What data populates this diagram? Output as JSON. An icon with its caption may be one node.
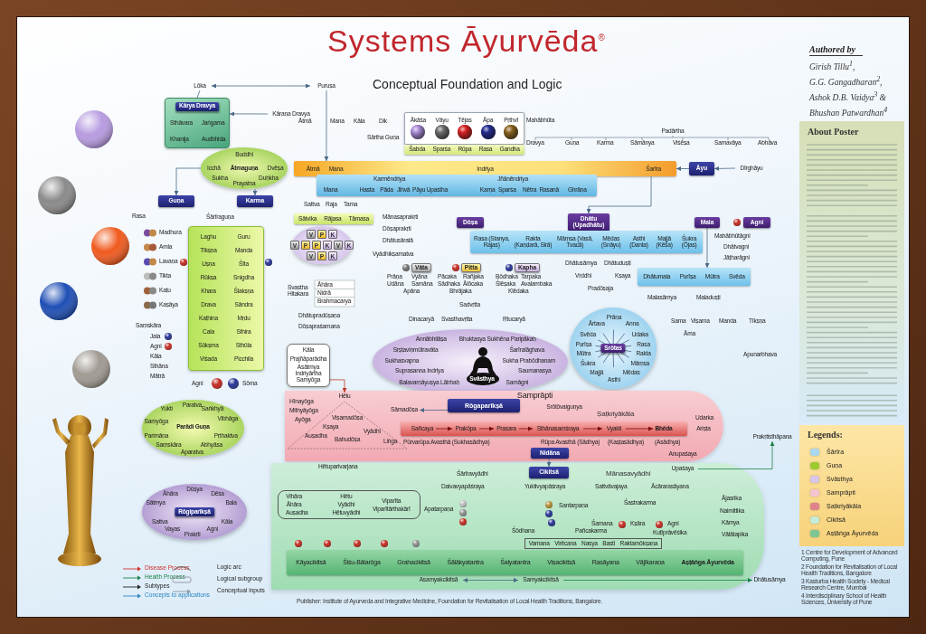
{
  "diagram": {
    "title": "Systems Āyurvēda$^{®}$",
    "nodes": [
      {
        "text": [
          "Lōka"
        ]
      },
      {
        "text": [
          "Puruṣa"
        ]
      },
      {
        "text": [
          "Kārya Dravya",
          "Sthāvara",
          "Jaṅgama",
          "Khanija",
          "Audbhida"
        ]
      },
      {
        "text": [
          "Kāraṇa Dravya"
        ]
      },
      {
        "text": [
          "Ākāśa",
          "Vāyu",
          "Tējas",
          "Āpa",
          "Pṛthvī"
        ],
        "beside": [
          "Mahābhūta"
        ]
      },
      {
        "text": [
          "Śabda",
          "Sparśa",
          "Rūpa",
          "Rasa",
          "Gandha"
        ],
        "beside": [
          "Sārtha Guṇa"
        ]
      },
      {
        "text": [
          "Padārtha"
        ]
      },
      {
        "text": [
          "Ātmā",
          "Mana",
          "Indriya",
          "Śarīra"
        ]
      },
      {
        "text": [
          "Āyu"
        ]
      },
      {
        "text": [
          "Dīrghāyu"
        ]
      },
      {
        "text": [
          "Buddhi",
          "Icchā",
          "Ātmaguṇa",
          "Dvēṣa",
          "Sukha",
          "Duḥkha",
          "Prayatna"
        ]
      },
      {
        "text": [
          "Karmēndriya",
          "Jñānēndriya",
          "Mana",
          "Hasta",
          "Pāda",
          "Jihvā",
          "Pāyu",
          "Upastha",
          "Karṇa",
          "Sparśa",
          "Nētra",
          "Rasanā",
          "Ghrāṇa"
        ]
      },
      {
        "text": [
          "Guṇa"
        ]
      },
      {
        "text": [
          "Karma"
        ]
      },
      {
        "text": [
          "Sātvika",
          "Rājasa",
          "Tāmasa"
        ]
      },
      {
        "text": [
          "Laghu",
          "Guru",
          "Tīkṣṇa",
          "Manda",
          "Uṣṇa",
          "Śīta",
          "Rūkṣa",
          "Snigdha",
          "Khara",
          "Ślakṣṇa",
          "Drava",
          "Sāndra",
          "Kaṭhina",
          "Mṛdu",
          "Cala",
          "Sthira",
          "Sūkṣma",
          "Sthūla",
          "Viśada",
          "Picchila"
        ],
        "beside": [
          "Śārīraguṇa"
        ]
      },
      {
        "text": [
          "V",
          "P",
          "K",
          "V",
          "P",
          "P",
          "K",
          "V",
          "K",
          "V",
          "P",
          "K"
        ]
      },
      {
        "text": [
          "Dōṣa"
        ]
      },
      {
        "text": [
          "Dhātu (Upadhātu)"
        ]
      },
      {
        "text": [
          "Mala"
        ]
      },
      {
        "text": [
          "Agni"
        ]
      },
      {
        "text": [
          "Rasa (Stanya, Rajas)",
          "Rakta (Kaṇḍarā, Sirā)",
          "Māṃsa (Vasā, Tvacā)",
          "Mēdas (Snāyu)",
          "Asthi (Danta)",
          "Majjā (Kēśa)",
          "Śukra (Ōjas)"
        ]
      },
      {
        "text": [
          "Vāta"
        ],
        "beside": [
          "Prāṇa",
          "Vyāna",
          "Udāna",
          "Samāna",
          "Apāna"
        ]
      },
      {
        "text": [
          "Pitta"
        ],
        "beside": [
          "Pācaka",
          "Rañjaka",
          "Sādhaka",
          "Ālōcaka",
          "Bhrājaka"
        ]
      },
      {
        "text": [
          "Kapha"
        ],
        "beside": [
          "Bōdhaka",
          "Tarpaka",
          "Ślēṣaka",
          "Avalambaka",
          "Klēdaka"
        ]
      },
      {
        "text": [
          "Dhātumala",
          "Purīṣa",
          "Mūtra",
          "Svēda"
        ]
      },
      {
        "text": [
          "Annābhilāṣa",
          "Bhuktasya Sukhēna Paripākaḥ",
          "Sṛṣṭaviṇmūtravāta",
          "Śarīralāghava",
          "Sukhasvapna",
          "Sukha Prabōdhanam",
          "Suprasanna Indriya",
          "Saumanasya",
          "Svāsthya",
          "Balavarṇāyuṣya Lābhaḥ",
          "Samāgni"
        ]
      },
      {
        "text": [
          "Prāṇa",
          "Ārtava",
          "Anna",
          "Svēda",
          "Udaka",
          "Purīṣa",
          "Rasa",
          "Srōtas",
          "Mūtra",
          "Rakta",
          "Śukra",
          "Māṃsa",
          "Mēdas",
          "Majjā",
          "Asthi"
        ]
      },
      {
        "text": [
          "Kāla",
          "Prajñāparādha",
          "Asātmya Indriyārtha Saṃyōga"
        ]
      },
      {
        "text": [
          "Paratva",
          "Yukti",
          "Saṅkhyā",
          "Saṃyōga",
          "Vibhāga",
          "Parādi Guṇa",
          "Parimāṇa",
          "Pṛthaktva",
          "Saṃskāra",
          "Abhyāsa",
          "Aparatva"
        ]
      },
      {
        "text": [
          "Dūṣya",
          "Āhāra",
          "Dēśa",
          "Sātmya",
          "Bala",
          "Rōgiparīkṣā",
          "Sattva",
          "Kāla",
          "Vayas",
          "Agni",
          "Prakṛti"
        ]
      },
      {
        "text": [
          "Samprāpti"
        ]
      },
      {
        "text": [
          "Hētu"
        ],
        "in": 31
      },
      {
        "text": [
          "Sāmadōṣa"
        ],
        "in": 31
      },
      {
        "text": [
          "Rōgaparīkṣā"
        ],
        "in": 31
      },
      {
        "text": [
          "Srōtōvaiguṇya"
        ],
        "in": 31
      },
      {
        "text": [],
        "shape": "bar",
        "in": 31
      },
      {
        "text": [
          "Sañcaya"
        ],
        "in": 36
      },
      {
        "text": [
          "Prakōpa"
        ],
        "in": 36
      },
      {
        "text": [
          "Prasara"
        ],
        "in": 36
      },
      {
        "text": [
          "Sthānasaṃśraya"
        ],
        "in": 36
      },
      {
        "text": [
          "Vyakti"
        ],
        "in": 36
      },
      {
        "text": [
          "Bhēda"
        ],
        "in": 36
      },
      {
        "text": [
          "Udarka"
        ],
        "in": 31
      },
      {
        "text": [
          "Ariṣṭa"
        ],
        "in": 31
      },
      {
        "text": [
          "Anupaśaya"
        ],
        "in": 31
      },
      {
        "text": [
          "Nidāna"
        ],
        "in": 31
      },
      {
        "text": [],
        "shape": "band"
      },
      {
        "text": [
          "Cikitsā"
        ],
        "in": 47
      },
      {
        "text": [
          "Upaśaya"
        ],
        "in": 47
      },
      {
        "text": [
          "Kāyacikitsā",
          "Śiśu-Bālarōga",
          "Grahacikitsā",
          "Śālākyatantra",
          "Śalyatantra",
          "Viṣacikitsā",
          "Rasāyana",
          "Vājīkaraṇa",
          "Aṣṭāṅga Āyurvēda"
        ],
        "in": 47
      },
      {
        "text": [
          "Vamana",
          "Virēcana",
          "Nasya",
          "Basti",
          "Raktamōkṣaṇa"
        ],
        "in": 47,
        "beside": [
          "Pañcakarma"
        ]
      },
      {
        "text": [
          "Vihāra",
          "Āhāra",
          "Auṣadha",
          "Hētu",
          "Vyādhi",
          "Hētuvyādhi",
          "Viparīta",
          "Viparītārthakārī"
        ],
        "in": 47
      },
      {
        "text": [
          "Prakṛtisthāpana"
        ]
      },
      {
        "text": [
          "Asamyakcikitsā"
        ],
        "in": 47
      },
      {
        "text": [
          "Samyakcikitsā"
        ],
        "in": 47
      },
      {
        "text": [
          "Dhātusāmya"
        ]
      }
    ],
    "edges": [
      {
        "from": 0,
        "to": 1,
        "arrow": "both"
      },
      {
        "from": 0,
        "to": 2,
        "arrow": "none"
      },
      {
        "from": 3,
        "to": 2,
        "arrow": "to"
      },
      {
        "from": 1,
        "to": 7,
        "arrow": "to"
      },
      {
        "from": 8,
        "to": 7,
        "arrow": "to"
      },
      {
        "from": 9,
        "to": 8,
        "arrow": "to"
      },
      {
        "from": 7,
        "to": 18,
        "arrow": "to"
      },
      {
        "from": 10,
        "to": 12,
        "arrow": "to"
      },
      {
        "from": 10,
        "to": 13,
        "arrow": "to"
      },
      {
        "from": 19,
        "to": 25,
        "arrow": "to"
      },
      {
        "from": 28,
        "to": 32,
        "arrow": "to",
        "color": "#c0392b"
      },
      {
        "from": 46,
        "to": 48,
        "arrow": "to"
      },
      {
        "from": 49,
        "to": 53,
        "arrow": "to",
        "color": "#1e8449"
      },
      {
        "from": 54,
        "to": 55,
        "arrow": "both"
      },
      {
        "from": 55,
        "to": 56,
        "arrow": "to",
        "color": "#1e8449"
      },
      {
        "from": 37,
        "to": 38,
        "arrow": "to",
        "color": "#7b1010"
      },
      {
        "from": 38,
        "to": 39,
        "arrow": "to",
        "color": "#7b1010"
      },
      {
        "from": 39,
        "to": 40,
        "arrow": "to",
        "color": "#7b1010"
      },
      {
        "from": 40,
        "to": 41,
        "arrow": "to",
        "color": "#7b1010"
      },
      {
        "from": 41,
        "to": 42,
        "arrow": "to",
        "color": "#7b1010"
      },
      {
        "from": 34,
        "to": 33,
        "arrow": "to"
      }
    ],
    "labels": [
      "Conceptual Foundation and Logic",
      "Authored by",
      "Girish Tillu$^{1}$,",
      "G.G. Gangadharan$^{2}$,",
      "Ashok D.B. Vaidya$^{3}$ &",
      "Bhushan Patwardhan$^{4}$",
      "About Poster",
      "Legends:",
      "1 Centre for Development of Advanced Computing, Pune",
      "2 Foundation for Revitalisation of Local Health Traditions, Bangalore",
      "3 Kasturba Health Society - Medical Research Centre, Mumbai",
      "4 Interdisciplinary School of Health Sciences, University of Pune",
      "Publisher: Institute of Ayurveda and Integrative Medicine, Foundation for Revitalisation of Local Health Traditions, Bangalore.",
      "Ātmā",
      "Mana",
      "Kāla",
      "Dik",
      "Dravya",
      "Guṇa",
      "Karma",
      "Sāmānya",
      "Viśēṣa",
      "Samavāya",
      "Abhāva",
      "Rasa",
      "Madhura",
      "Amla",
      "Lavaṇa",
      "Tikta",
      "Kaṭu",
      "Kaṣāya",
      "Saṃskāra",
      "Jala",
      "Agni",
      "Kāla",
      "Sthāna",
      "Mātrā",
      "Agni",
      "Sōma",
      "Sattva",
      "Raja",
      "Tama",
      "Mānasaprakṛti",
      "Dōṣaprakṛti",
      "Dhātusāratā",
      "Vyādhikṣamatva",
      "Dhātusāmya",
      "Dhātuduṣṭi",
      "Vṛddhi",
      "Kṣaya",
      "Pradōṣaja",
      "Mahābhūtāgni",
      "Dhātvagni",
      "Jāṭharāgni",
      "Malasāmya",
      "Maladuṣṭi",
      "Sama",
      "Viṣama",
      "Manda",
      "Tīkṣṇa",
      "Āma",
      "Svastha Hitakara",
      "Āhāra",
      "Nidrā",
      "Brahmacarya",
      "Dhātupradūṣaṇa",
      "Dōṣapraśamana",
      "Sadvṛtta",
      "Dinacaryā",
      "Svasthavṛtta",
      "Ṛtucaryā",
      "Apunarbhava",
      "Hīnayōga",
      "Mithyāyōga",
      "Ayōga",
      "Viṣamadōṣa",
      "Kṣaya",
      "Auṣadha",
      "Bahudōṣa",
      "Vyādhi",
      "Liṅga",
      "Ṣaṭkriyākāla",
      "Pūrvarūpa Avasthā (Sukhasādhya)",
      "Rūpa Avasthā (Sādhya)",
      "(Kaṣṭasādhya)",
      "(Asādhya)",
      "Hētuparivarjana",
      "Śārīravyādhi",
      "Mānasavyādhi",
      "Daivavyapāśraya",
      "Yuktivyapāśraya",
      "Sattvāvajaya",
      "Ācārarasāyana",
      "Apatarpaṇa",
      "Santarpaṇa",
      "Śastrakarma",
      "Śamana",
      "Kṣāra",
      "Agni",
      "Kuṭīprāvēśika",
      "Ājasrika",
      "Naimittika",
      "Kāmya",
      "Vātātapika",
      "Śōdhana"
    ],
    "legend": [
      {
        "text": "Disease Process"
      },
      {
        "text": "Health Process"
      },
      {
        "text": "Subtypes"
      },
      {
        "text": "Concepts to applications"
      },
      {
        "text": "Logic arc"
      },
      {
        "text": "Logical subgroup"
      },
      {
        "text": "Conceptual inputs"
      },
      {
        "text": "Śārīra",
        "color": "#a8d8f0"
      },
      {
        "text": "Guṇa",
        "color": "#9ccc2e"
      },
      {
        "text": "Svāsthya",
        "color": "#d8c6ea"
      },
      {
        "text": "Samprāpti",
        "color": "#f7c5cf"
      },
      {
        "text": "Ṣaṭkriyākāla",
        "color": "#e0828c"
      },
      {
        "text": "Cikitsā",
        "color": "#c4ebd8"
      },
      {
        "text": "Aṣṭāṅga Āyurvēda",
        "color": "#7cc793"
      }
    ]
  }
}
